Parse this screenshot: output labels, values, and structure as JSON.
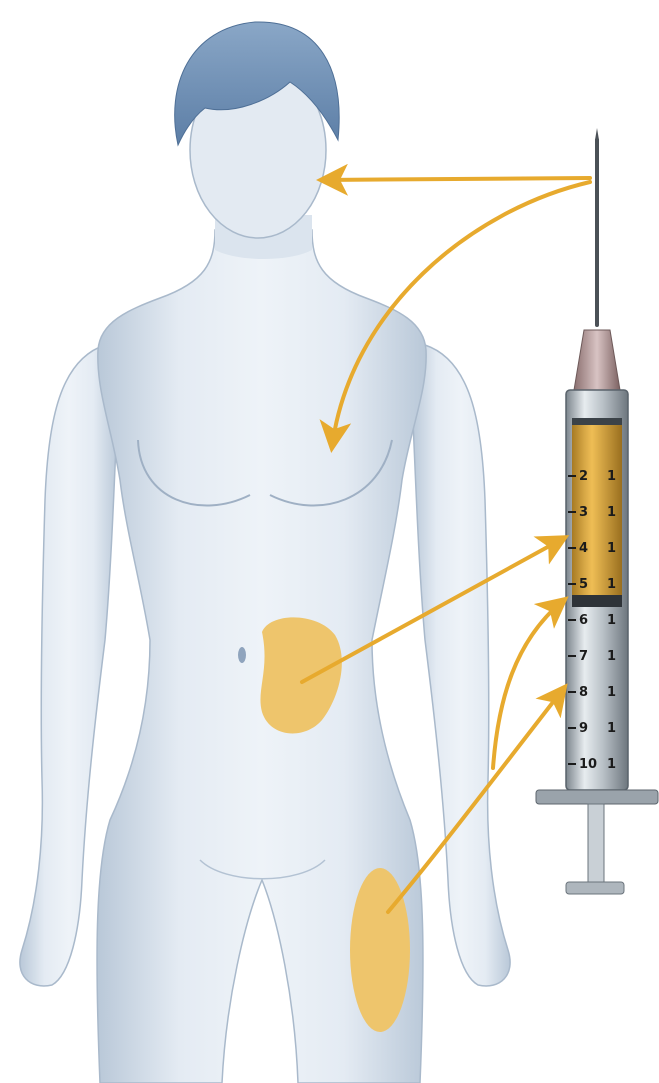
{
  "colors": {
    "background": "#ffffff",
    "skin": "#d7e1ec",
    "skin_shade": "#aebdd0",
    "hair": "#6f8fb4",
    "injection_site": "#eec56c",
    "arrow": "#e7aa2e",
    "liquid": "#e8a531",
    "barrel": "#cfd6dc"
  },
  "syringe": {
    "scale_left": [
      "2",
      "3",
      "4",
      "5",
      "6",
      "7",
      "8",
      "9",
      "10"
    ],
    "scale_right": [
      "1",
      "1",
      "1",
      "1",
      "1",
      "1",
      "1",
      "1",
      "1"
    ],
    "fill_level": 0.5
  },
  "injection_sites": [
    "abdomen",
    "thigh"
  ],
  "arrow_targets": [
    "face",
    "breast",
    "barrel-upper",
    "barrel-middle",
    "barrel-lower"
  ]
}
